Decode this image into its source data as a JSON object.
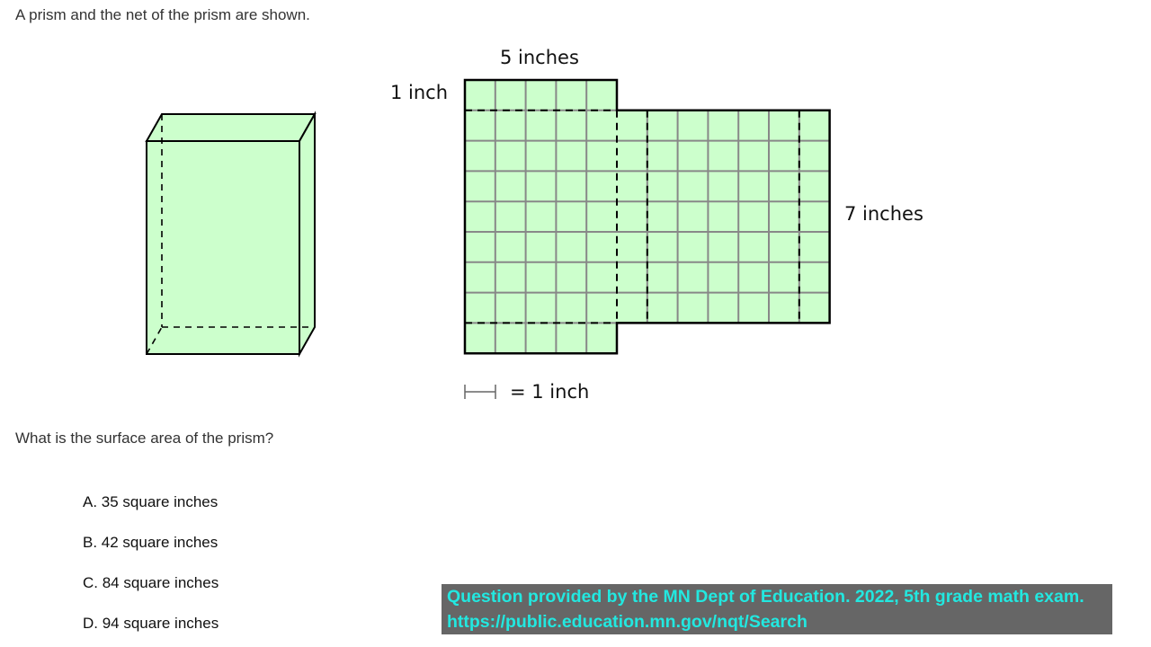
{
  "intro": "A prism and the net of the prism are shown.",
  "net_labels": {
    "top": "5 inches",
    "left": "1 inch",
    "right": "7 inches"
  },
  "scale_key": "= 1 inch",
  "question": "What is the surface area of the prism?",
  "options": [
    "A. 35 square inches",
    "B. 42 square inches",
    "C. 84 square inches",
    "D. 94 square inches"
  ],
  "credit": {
    "line1": "Question provided by the MN Dept of Education. 2022, 5th grade math exam.",
    "line2": "https://public.education.mn.gov/nqt/Search"
  },
  "colors": {
    "fill": "#ccffcc",
    "credit_bg": "#666666",
    "credit_text": "#22e8e0"
  }
}
